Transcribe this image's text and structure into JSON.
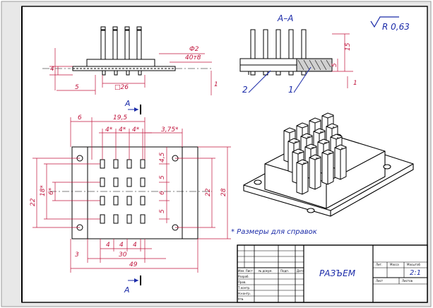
{
  "drawing": {
    "title": "РАЗЪЕМ",
    "scale": "2:1",
    "section_label": "А–А",
    "cut_label_top": "А",
    "cut_label_bottom": "А",
    "roughness": "R 0,63",
    "note": "* Размеры для справок",
    "leaders": [
      "2",
      "1"
    ]
  },
  "side_view_dims": {
    "left_thickness": "4",
    "pitch": "5",
    "pin_pitch_box": "□26",
    "pin_dia": "Ф2",
    "fit": "40т8",
    "right_small": "1"
  },
  "section_view_dims": {
    "height": "15",
    "depth": "5",
    "gap": "1"
  },
  "plan_view_dims": {
    "left_offset": "6",
    "overall_top": "19,5",
    "pitch_4a": "4*",
    "pitch_4b": "4*",
    "pitch_4c": "4*",
    "right_offset": "3,75*",
    "row_45": "4,5",
    "row_6": "6",
    "row_5a": "5",
    "row_5b": "5",
    "h_18": "18*",
    "h_6": "6*",
    "h_22_left": "22",
    "h_22_right": "22",
    "h_28": "28",
    "bot_4a": "4",
    "bot_4b": "4",
    "bot_4c": "4",
    "bot_30": "30",
    "bot_3": "3",
    "bot_49": "49"
  },
  "title_block": {
    "rows": [
      "Изм. Лист",
      "Разраб.",
      "Пров.",
      "Т.контр.",
      "Н.контр.",
      "Утв."
    ],
    "cols": [
      "№ докум.",
      "Подп.",
      "Дата"
    ],
    "lit": "Лит.",
    "mass": "Масса",
    "scale_hdr": "Масштаб",
    "sheet": "Лист",
    "sheets": "Листов"
  },
  "colors": {
    "dimension": "#c0143c",
    "label": "#1a2aa8",
    "line": "#000000"
  }
}
